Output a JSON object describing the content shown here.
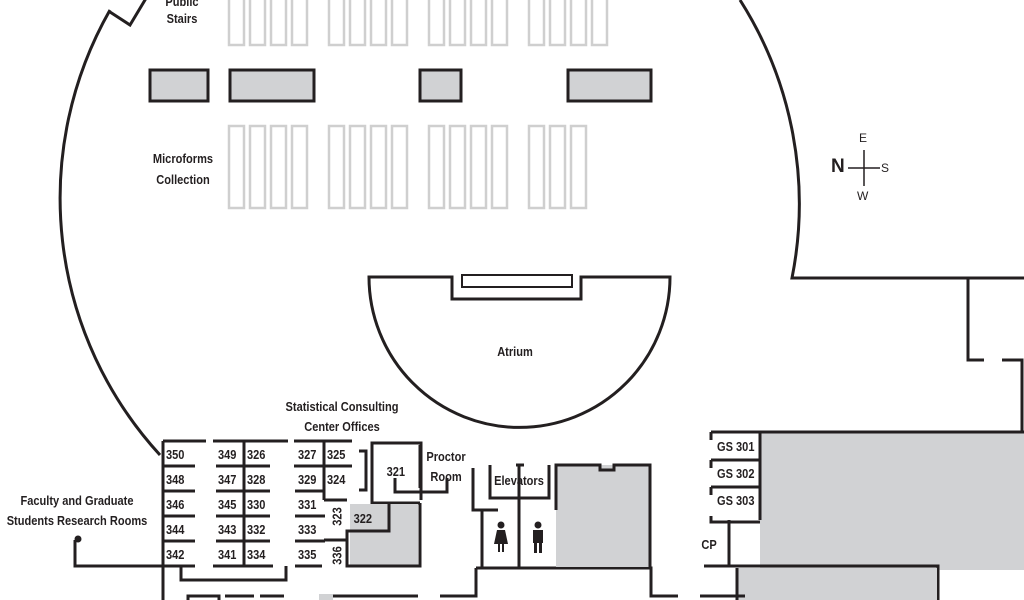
{
  "map": {
    "labels": {
      "public_stairs": [
        "Public",
        "Stairs"
      ],
      "microforms": [
        "Microforms",
        "Collection"
      ],
      "atrium": "Atrium",
      "statistical": [
        "Statistical Consulting",
        "Center Offices"
      ],
      "proctor": [
        "Proctor",
        "Room"
      ],
      "elevators": "Elevators",
      "faculty": [
        "Faculty and Graduate",
        "Students Research Rooms"
      ],
      "cp": "CP"
    },
    "compass": {
      "n": "N",
      "e": "E",
      "s": "S",
      "w": "W"
    },
    "rooms": {
      "col1": [
        "350",
        "348",
        "346",
        "344",
        "342"
      ],
      "col2": [
        "349",
        "347",
        "345",
        "343",
        "341"
      ],
      "col3": [
        "326",
        "328",
        "330",
        "332",
        "334"
      ],
      "col4": [
        "327",
        "329",
        "331",
        "333",
        "335"
      ],
      "col5": [
        "325",
        "324"
      ],
      "r323": "323",
      "r336": "336",
      "r322": "322",
      "r321": "321",
      "gs": [
        "GS 301",
        "GS 302",
        "GS 303"
      ]
    },
    "colors": {
      "wall": "#231f20",
      "fill": "#d1d2d4",
      "shelf": "#cfcfcf"
    }
  }
}
